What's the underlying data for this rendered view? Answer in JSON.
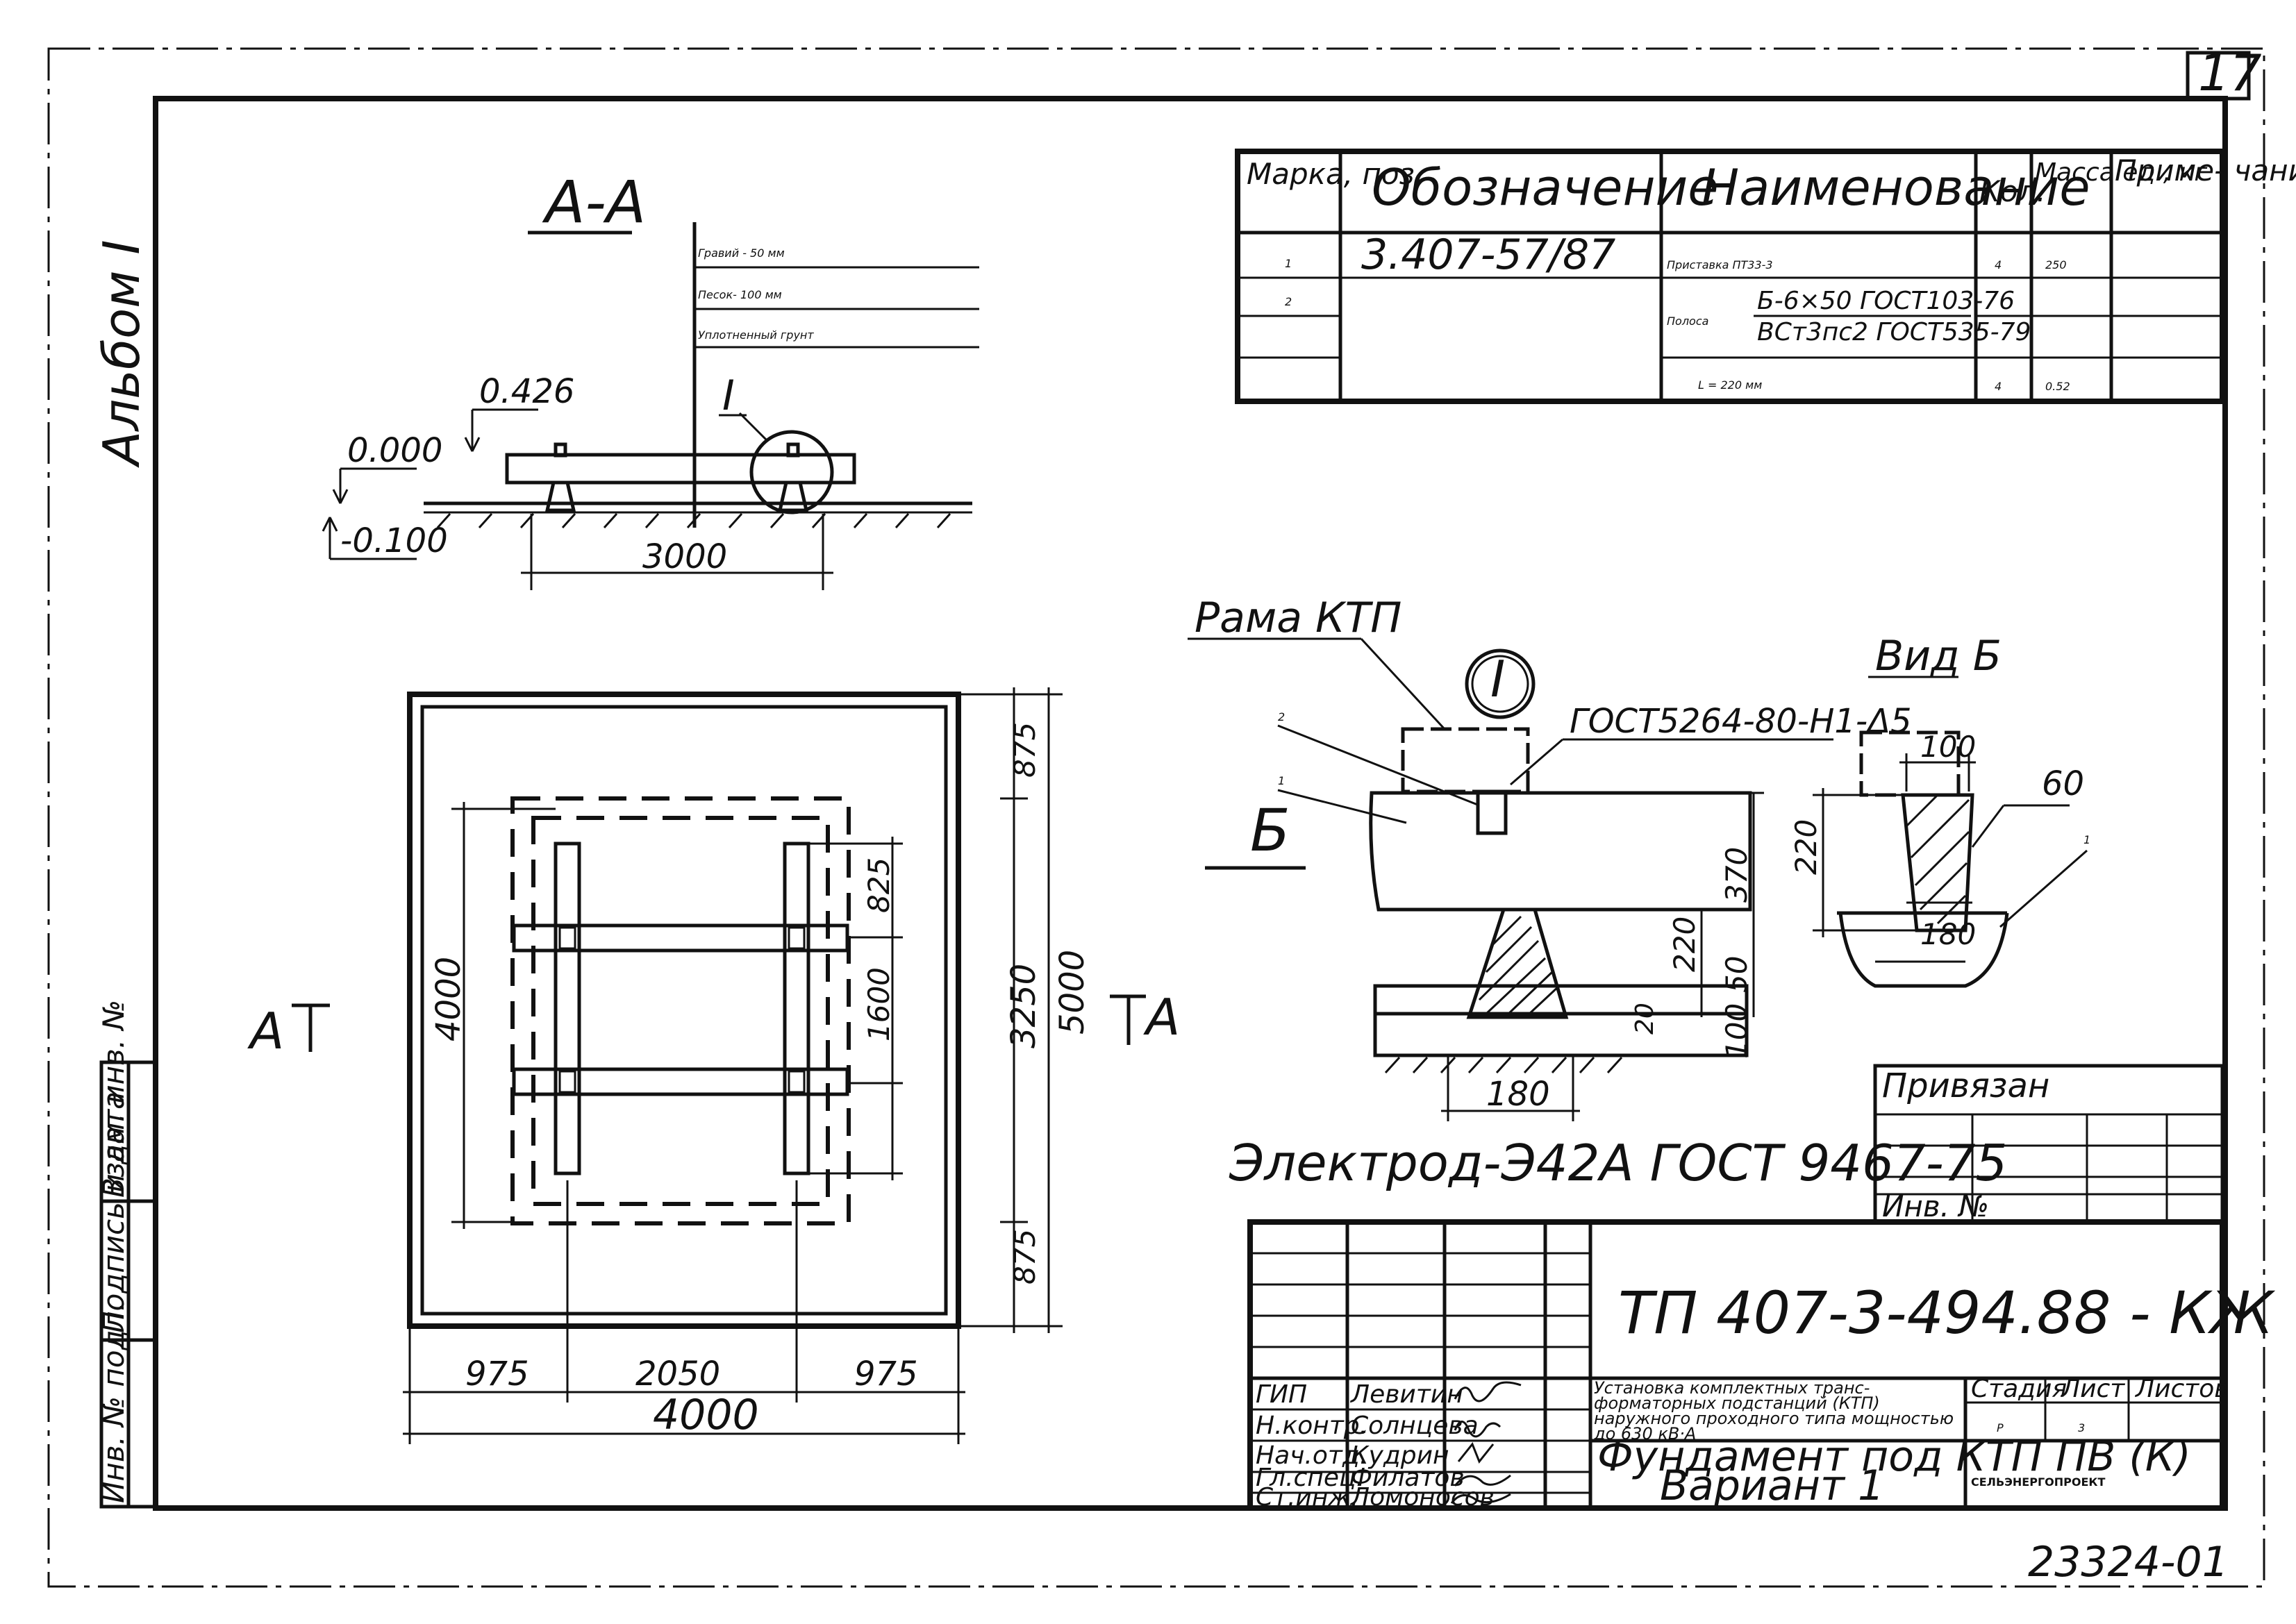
{
  "sheet_number": "17",
  "album_label": "Альбом I",
  "section_aa": {
    "title": "А-А",
    "layers": [
      "Гравий - 50 мм",
      "Песок- 100 мм",
      "Уплотненный грунт"
    ],
    "levels": [
      "0.426",
      "0.000",
      "-0.100"
    ],
    "callout": "I",
    "dim_3000": "3000"
  },
  "spec_table": {
    "headers": [
      "Марка, поз.",
      "Обозначение",
      "Наименование",
      "Кол.",
      "Масса ед., кг",
      "Приме- чание"
    ],
    "row1": {
      "pos": "1",
      "designation": "3.407-57/87",
      "name": "Приставка ПТ33-3",
      "qty": "4",
      "mass": "250"
    },
    "row2": {
      "pos": "2",
      "name": "Полоса",
      "name_top": "Б-6×50 ГОСТ103-76",
      "name_bottom": "ВСт3пс2 ГОСТ535-79"
    },
    "row3": {
      "name": "L = 220 мм",
      "qty": "4",
      "mass": "0.52"
    }
  },
  "plan": {
    "marker_left": "А",
    "marker_right": "А",
    "dims": {
      "d875_top": "875",
      "d3250": "3250",
      "d875_bottom": "875",
      "d5000": "5000",
      "d825": "825",
      "d1600": "1600",
      "d4000_v": "4000",
      "d975_left": "975",
      "d2050": "2050",
      "d975_right": "975",
      "d4000_h": "4000"
    }
  },
  "detail1": {
    "callout": "I",
    "frame_label": "Рама КТП",
    "weld_label": "ГОСТ5264-80-Н1-Δ5",
    "pos1": "1",
    "pos2": "2",
    "view_marker": "Б",
    "dims": {
      "d370": "370",
      "d220": "220",
      "d50": "50",
      "d100": "100",
      "d20": "20",
      "d180": "180"
    },
    "electrode": "Электрод-Э42А ГОСТ 9467-75"
  },
  "view_b": {
    "title": "Вид Б",
    "dims": {
      "d100": "100",
      "d60": "60",
      "d220": "220",
      "d180": "180"
    },
    "pos1": "1"
  },
  "attached_box": {
    "title": "Привязан",
    "inv": "Инв. №"
  },
  "left_strip": [
    "Инв. № подл.",
    "Подпись и дата",
    "Взам. инв. №"
  ],
  "title_block": {
    "code": "ТП 407-3-494.88 - КЖ",
    "description": "Установка комплектных транс- форматорных подстанций (КТП) наружного проходного типа мощностью до 630 кВ·А",
    "drawing_title": "Фундамент под КТП ПВ (К)",
    "drawing_subtitle": "Вариант 1",
    "stage_label": "Стадия",
    "stage": "Р",
    "sheet_label": "Лист",
    "sheet": "3",
    "sheets_label": "Листов",
    "org": "СЕЛЬЭНЕРГОПРОЕКТ",
    "roles": [
      "ГИП",
      "Н.контр.",
      "Нач.отд.",
      "Гл.спец.",
      "Ст.инж."
    ],
    "names": [
      "Левитин",
      "Солнцева",
      "Кудрин",
      "Филатов",
      "Ломоносов"
    ]
  },
  "footer_code": "23324-01"
}
